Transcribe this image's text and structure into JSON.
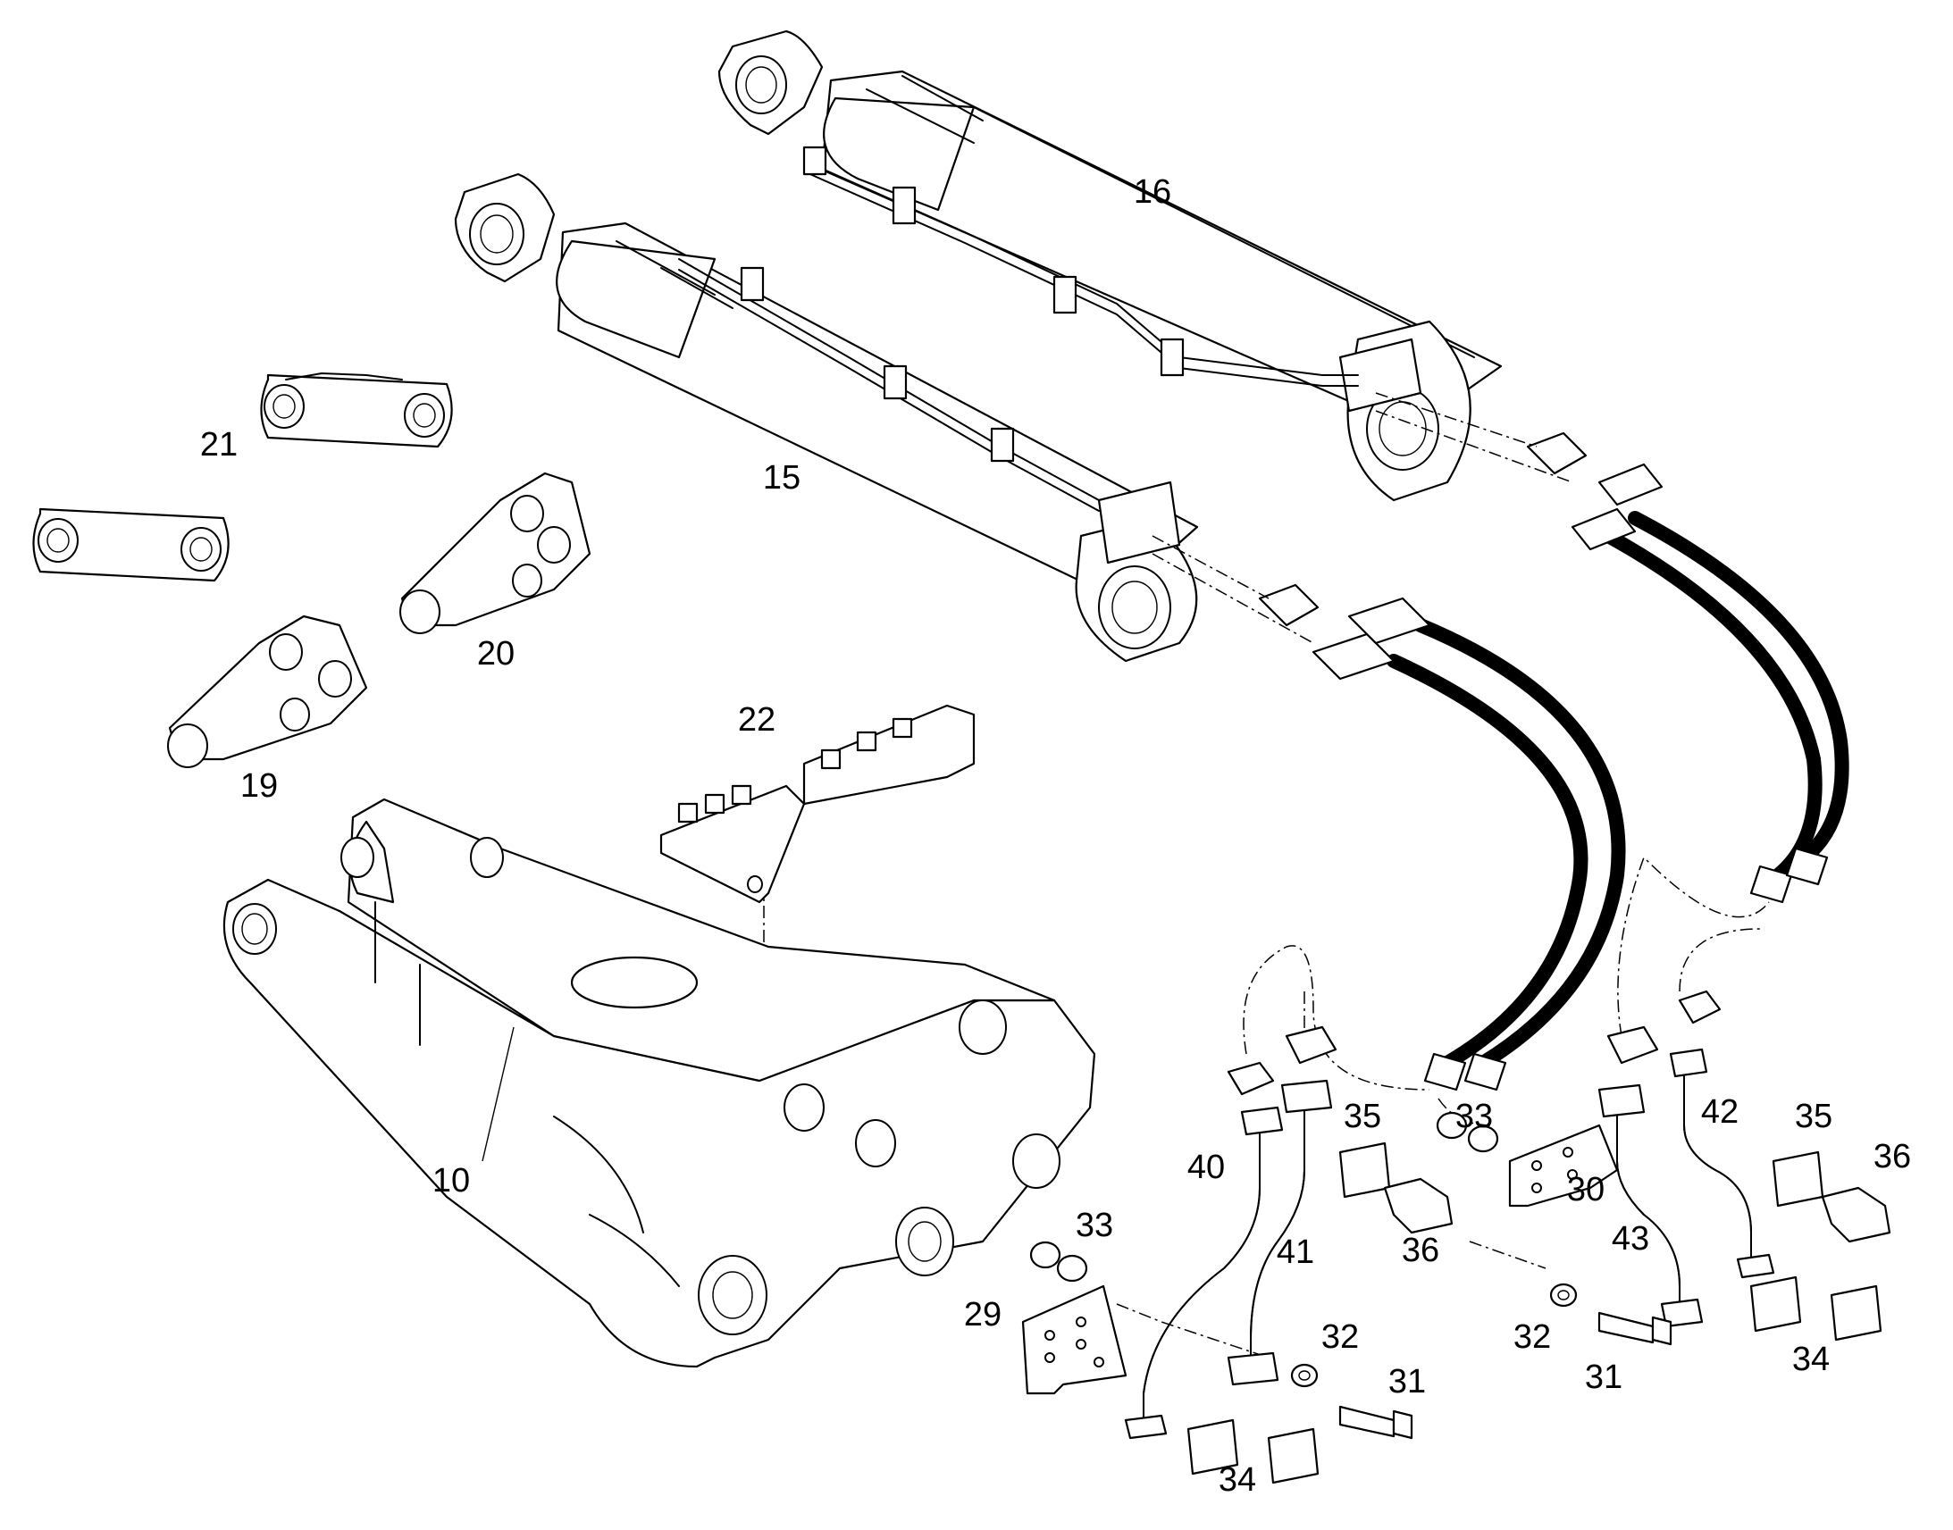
{
  "diagram": {
    "labels": {
      "p10": "10",
      "p15": "15",
      "p16": "16",
      "p19": "19",
      "p20": "20",
      "p21": "21",
      "p22": "22",
      "p29": "29",
      "p30": "30",
      "p31a": "31",
      "p31b": "31",
      "p32a": "32",
      "p32b": "32",
      "p33a": "33",
      "p33b": "33",
      "p34a": "34",
      "p34b": "34",
      "p35a": "35",
      "p35b": "35",
      "p36a": "36",
      "p36b": "36",
      "p40": "40",
      "p41": "41",
      "p42": "42",
      "p43": "43"
    }
  }
}
